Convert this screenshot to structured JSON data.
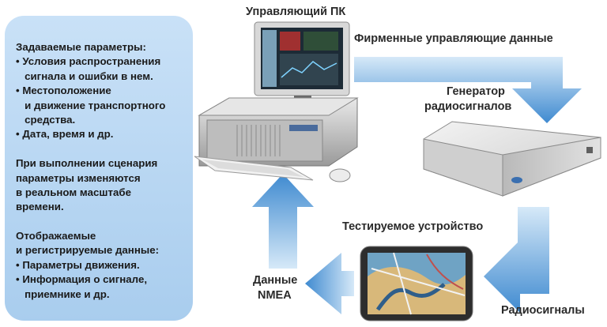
{
  "left_panel": {
    "lines": [
      "Задаваемые параметры:",
      "• Условия распространения",
      "   сигнала и ошибки в нем.",
      "• Местоположение",
      "   и движение транспортного",
      "   средства.",
      "• Дата, время и др.",
      "",
      "При выполнении сценария",
      "параметры изменяются",
      "в реальном масштабе",
      "времени.",
      "",
      "Отображаемые",
      "и регистрируемые данные:",
      "• Параметры движения.",
      "• Информация о сигнале,",
      "   приемнике и др."
    ]
  },
  "labels": {
    "control_pc": "Управляющий ПК",
    "proprietary_data": "Фирменные управляющие данные",
    "generator_1": "Генератор",
    "generator_2": "радиосигналов",
    "device_under_test": "Тестируемое устройство",
    "nmea_1": "Данные",
    "nmea_2": "NMEA",
    "radio_signals": "Радиосигналы"
  },
  "colors": {
    "panel": "#b8d7f2",
    "arrow": "#4a90cf"
  }
}
